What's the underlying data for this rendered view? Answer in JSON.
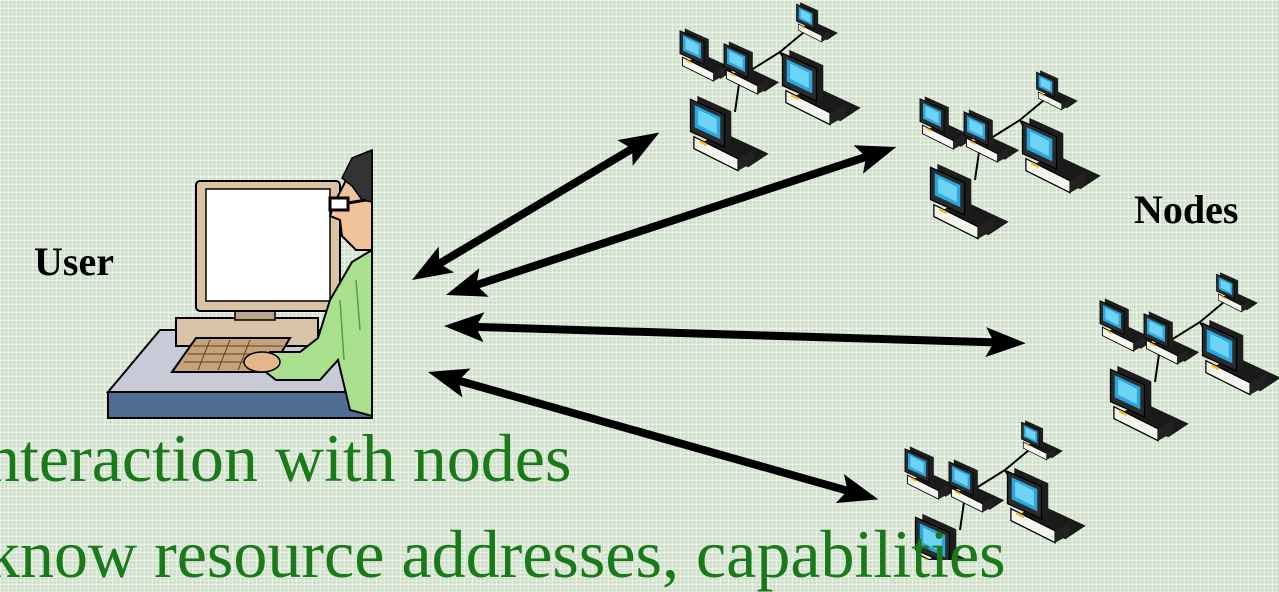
{
  "labels": {
    "user": "User",
    "nodes": "Nodes"
  },
  "bullets": [
    "nteraction with nodes",
    "know resource addresses, capabilities"
  ],
  "icons": {
    "user": "user-at-computer-icon",
    "node_cluster": "networked-computers-icon"
  },
  "colors": {
    "background": "#dfeada",
    "bullet_text": "#1a7a1a",
    "label_text": "#000000",
    "arrow": "#000000"
  }
}
